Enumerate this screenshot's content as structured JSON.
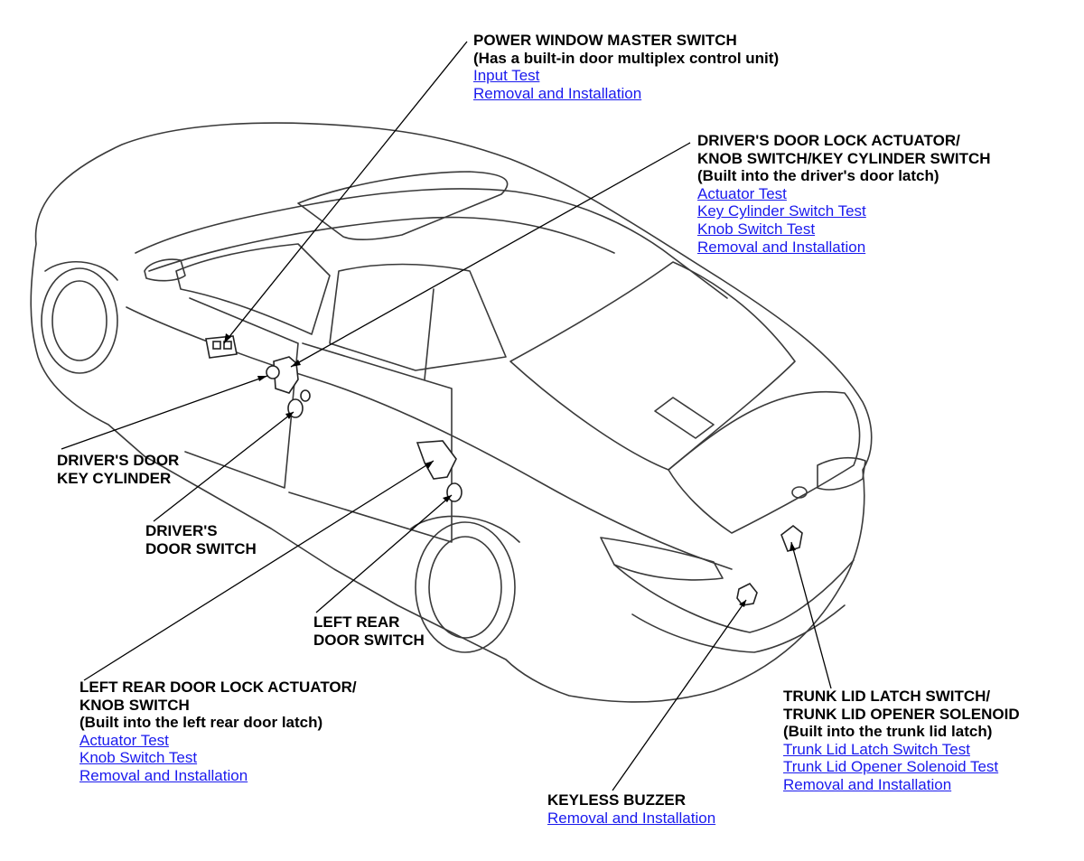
{
  "callouts": {
    "power_window_master": {
      "title": "POWER WINDOW MASTER SWITCH",
      "sub": "(Has a built-in door multiplex control unit)",
      "links": [
        "Input Test",
        "Removal and Installation"
      ]
    },
    "drivers_door_lock_actuator": {
      "title_1": "DRIVER'S DOOR LOCK ACTUATOR/",
      "title_2": "KNOB SWITCH/KEY CYLINDER SWITCH",
      "sub": "(Built into the driver's door latch)",
      "links": [
        "Actuator Test",
        "Key Cylinder Switch Test",
        "Knob Switch Test",
        "Removal and Installation"
      ]
    },
    "drivers_door_key_cylinder": {
      "line_1": "DRIVER'S DOOR",
      "line_2": "KEY CYLINDER"
    },
    "drivers_door_switch": {
      "line_1": "DRIVER'S",
      "line_2": "DOOR SWITCH"
    },
    "left_rear_door_switch": {
      "line_1": "LEFT REAR",
      "line_2": "DOOR SWITCH"
    },
    "left_rear_door_lock_actuator": {
      "title_1": "LEFT REAR DOOR LOCK ACTUATOR/",
      "title_2": "KNOB SWITCH",
      "sub": "(Built into the left rear door latch)",
      "links": [
        "Actuator Test",
        "Knob Switch Test",
        "Removal and Installation"
      ]
    },
    "keyless_buzzer": {
      "title": "KEYLESS BUZZER",
      "links": [
        "Removal and Installation"
      ]
    },
    "trunk_lid_latch": {
      "title_1": "TRUNK LID LATCH SWITCH/",
      "title_2": "TRUNK LID OPENER SOLENOID",
      "sub": "(Built into the trunk lid latch)",
      "links": [
        "Trunk Lid Latch Switch Test",
        "Trunk Lid Opener Solenoid Test",
        "Removal and Installation"
      ]
    }
  },
  "colors": {
    "link": "#1a1aee",
    "text": "#000000",
    "line_art": "#3a3a3a",
    "background": "#ffffff"
  }
}
